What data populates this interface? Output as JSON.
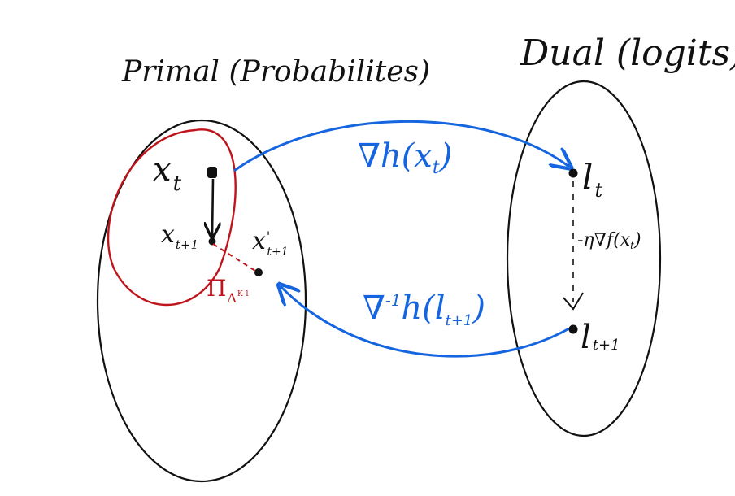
{
  "diagram": {
    "primal_title": "Primal (Probabilites)",
    "dual_title": "Dual (logits)",
    "primal_points": {
      "x_t": {
        "base": "x",
        "sub": "t"
      },
      "x_t1": {
        "base": "x",
        "sub": "t+1"
      },
      "x_t1_prime": {
        "base": "x",
        "sup": "'",
        "sub": "t+1"
      }
    },
    "projection_label": {
      "base": "Π",
      "sub": "Δ",
      "subsup": "K-1"
    },
    "dual_points": {
      "l_t": {
        "base": "l",
        "sub": "t"
      },
      "l_t1": {
        "base": "l",
        "sub": "t+1"
      }
    },
    "gradient_step_label": "-η∇f(x",
    "gradient_step_sub": "t",
    "gradient_step_close": ")",
    "forward_map": {
      "func": "∇h(",
      "arg": "x",
      "arg_sub": "t",
      "close": ")"
    },
    "inverse_map": {
      "func": "∇",
      "sup": "-1",
      "rest": "h(l",
      "sub": "t+1",
      "close": ")"
    }
  },
  "colors": {
    "ink": "#111111",
    "blue": "#1565e0",
    "red": "#c0141c"
  }
}
